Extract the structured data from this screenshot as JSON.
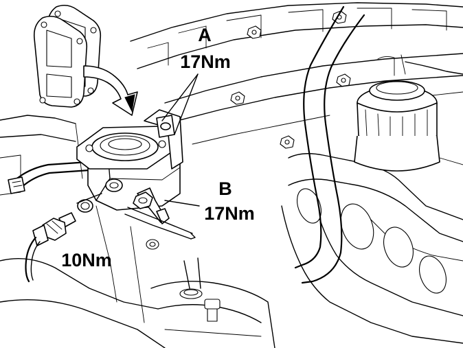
{
  "labels": {
    "callout_a_letter": "A",
    "callout_a_torque": "17Nm",
    "callout_b_letter": "B",
    "callout_b_torque": "17Nm",
    "sensor_torque": "10Nm"
  }
}
